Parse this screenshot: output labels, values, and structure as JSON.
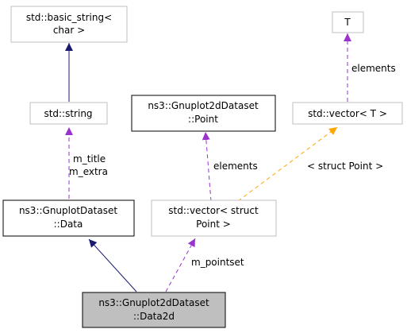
{
  "colors": {
    "node_border_grey": "#bfbfbf",
    "node_border_black": "#000000",
    "node_fill_focus": "#bfbfbf",
    "node_fill": "#ffffff",
    "inheritance": "#191970",
    "usage": "#9a32cd",
    "template": "#ffa500"
  },
  "nodes": {
    "basic_string": {
      "line1": "std::basic_string<",
      "line2": "char >"
    },
    "string": {
      "line1": "std::string"
    },
    "t": {
      "line1": "T"
    },
    "point": {
      "line1": "ns3::Gnuplot2dDataset",
      "line2": "::Point"
    },
    "vector_t": {
      "line1": "std::vector< T >"
    },
    "data": {
      "line1": "ns3::GnuplotDataset",
      "line2": "::Data"
    },
    "vector_point": {
      "line1": "std::vector< struct",
      "line2": "Point >"
    },
    "data2d": {
      "line1": "ns3::Gnuplot2dDataset",
      "line2": "::Data2d"
    }
  },
  "edges": {
    "m_title": "m_title",
    "m_extra": "m_extra",
    "elements_point": "elements",
    "template_args": "< struct Point >",
    "elements_t": "elements",
    "m_pointset": "m_pointset"
  }
}
